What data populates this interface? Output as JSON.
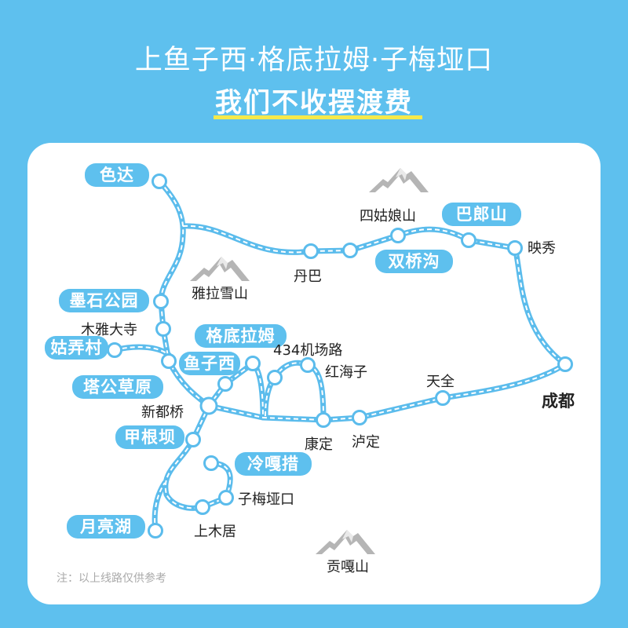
{
  "header": {
    "title": "上鱼子西·格底拉姆·子梅垭口",
    "subtitle": "我们不收摆渡费"
  },
  "colors": {
    "background": "#5ec0ee",
    "route": "#5bbcec",
    "highlight": "#f6e94a",
    "mountain": "#b5b5b5"
  },
  "highlight_stops": {
    "seda": "色达",
    "moshi": "墨石公园",
    "gunong": "姑弄村",
    "gedilamu": "格底拉姆",
    "yuzixi": "鱼子西",
    "tagong": "塔公草原",
    "jiagenba": "甲根坝",
    "lenggacuo": "冷嘎措",
    "yuelianghu": "月亮湖",
    "balangshan": "巴郎山",
    "shuangqiaogou": "双桥沟"
  },
  "stops": {
    "muya": "木雅大寺",
    "danba": "丹巴",
    "sigu": "四姑娘山",
    "yingxiu": "映秀",
    "chengdu": "成都",
    "tianquan": "天全",
    "luding": "泸定",
    "kangding": "康定",
    "honghaizi": "红海子",
    "airport": "434机场路",
    "xinduqiao": "新都桥",
    "zimei": "子梅垭口",
    "shangmuju": "上木居"
  },
  "mountains": {
    "yala": "雅拉雪山",
    "gongga": "贡嘎山"
  },
  "footnote": "注：以上线路仅供参考"
}
